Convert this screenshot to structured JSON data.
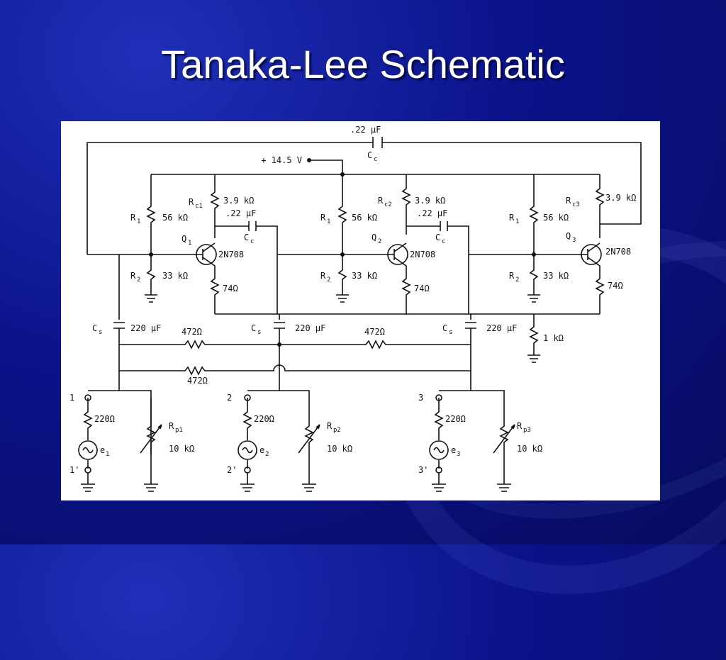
{
  "slide": {
    "title": "Tanaka-Lee Schematic",
    "background_color": "#0b138a",
    "title_color": "#ffffff"
  },
  "schematic": {
    "supply": "+ 14.5 V",
    "feedback_cap": {
      "value": ".22 µF",
      "name": "C",
      "sub": "c"
    },
    "stages": [
      {
        "rc": {
          "name": "R",
          "sub": "c1",
          "value": "3.9 kΩ"
        },
        "r1": {
          "name": "R",
          "sub": "1",
          "value": "56 kΩ"
        },
        "r2": {
          "name": "R",
          "sub": "2",
          "value": "33 kΩ"
        },
        "q": {
          "name": "Q",
          "sub": "1",
          "part": "2N708"
        },
        "re": "74Ω",
        "cc": {
          "value": ".22 µF",
          "name": "C",
          "sub": "c"
        },
        "cs": {
          "name": "C",
          "sub": "s",
          "value": "220 µF"
        }
      },
      {
        "rc": {
          "name": "R",
          "sub": "c2",
          "value": "3.9 kΩ"
        },
        "r1": {
          "name": "R",
          "sub": "1",
          "value": "56 kΩ"
        },
        "r2": {
          "name": "R",
          "sub": "2",
          "value": "33 kΩ"
        },
        "q": {
          "name": "Q",
          "sub": "2",
          "part": "2N708"
        },
        "re": "74Ω",
        "cc": {
          "value": ".22 µF",
          "name": "C",
          "sub": "c"
        },
        "cs": {
          "name": "C",
          "sub": "s",
          "value": "220 µF"
        }
      },
      {
        "rc": {
          "name": "R",
          "sub": "c3",
          "value": "3.9 kΩ"
        },
        "r1": {
          "name": "R",
          "sub": "1",
          "value": "56 kΩ"
        },
        "r2": {
          "name": "R",
          "sub": "2",
          "value": "33 kΩ"
        },
        "q": {
          "name": "Q",
          "sub": "3",
          "part": "2N708"
        },
        "re": "74Ω",
        "cs": {
          "name": "C",
          "sub": "s",
          "value": "220 µF"
        }
      }
    ],
    "coupling_r": [
      "472Ω",
      "472Ω",
      "472Ω"
    ],
    "load_r": "1 kΩ",
    "inputs": [
      {
        "node": "1",
        "node_prime": "1'",
        "rs": "220Ω",
        "src": "e",
        "src_sub": "1",
        "rp": "R",
        "rp_sub": "p1",
        "rp_value": "10 kΩ"
      },
      {
        "node": "2",
        "node_prime": "2'",
        "rs": "220Ω",
        "src": "e",
        "src_sub": "2",
        "rp": "R",
        "rp_sub": "p2",
        "rp_value": "10 kΩ"
      },
      {
        "node": "3",
        "node_prime": "3'",
        "rs": "220Ω",
        "src": "e",
        "src_sub": "3",
        "rp": "R",
        "rp_sub": "p3",
        "rp_value": "10 kΩ"
      }
    ]
  }
}
